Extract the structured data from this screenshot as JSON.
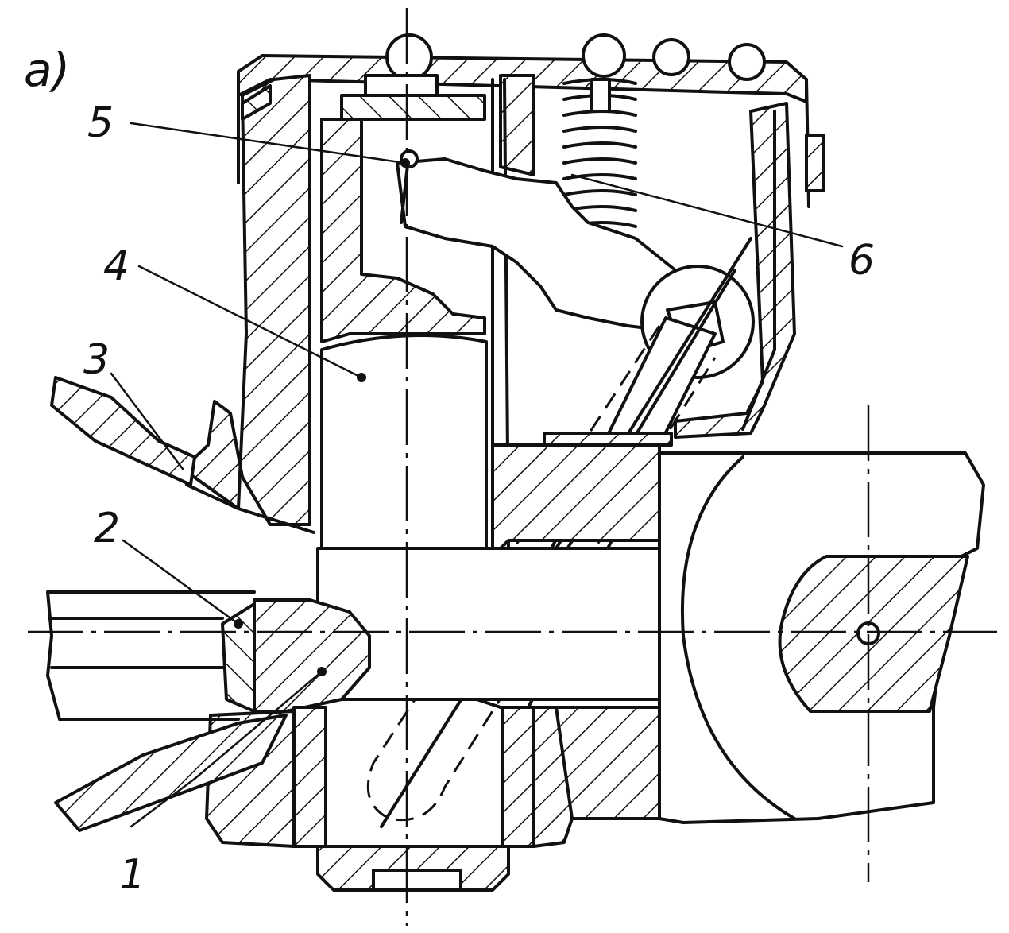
{
  "figure_label": "a)",
  "callouts": [
    {
      "id": "1",
      "text": "1"
    },
    {
      "id": "2",
      "text": "2"
    },
    {
      "id": "3",
      "text": "3"
    },
    {
      "id": "4",
      "text": "4"
    },
    {
      "id": "5",
      "text": "5"
    },
    {
      "id": "6",
      "text": "6"
    }
  ],
  "colors": {
    "ink": "#111111",
    "paper": "#ffffff"
  }
}
